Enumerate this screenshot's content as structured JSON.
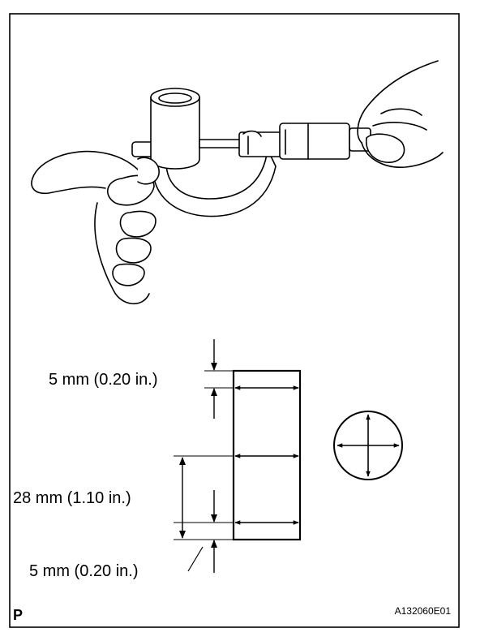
{
  "dimensions": {
    "top_offset": "5 mm (0.20 in.)",
    "middle_span": "28 mm (1.10 in.)",
    "bottom_offset": "5 mm (0.20 in.)"
  },
  "footer": {
    "corner_letter": "P",
    "figure_code": "A132060E01"
  },
  "icons": {
    "illustration": "micrometer-measuring-bushing-icon",
    "cross_section": "cross-section-circle-icon"
  },
  "colors": {
    "ink": "#000000",
    "paper": "#ffffff"
  }
}
